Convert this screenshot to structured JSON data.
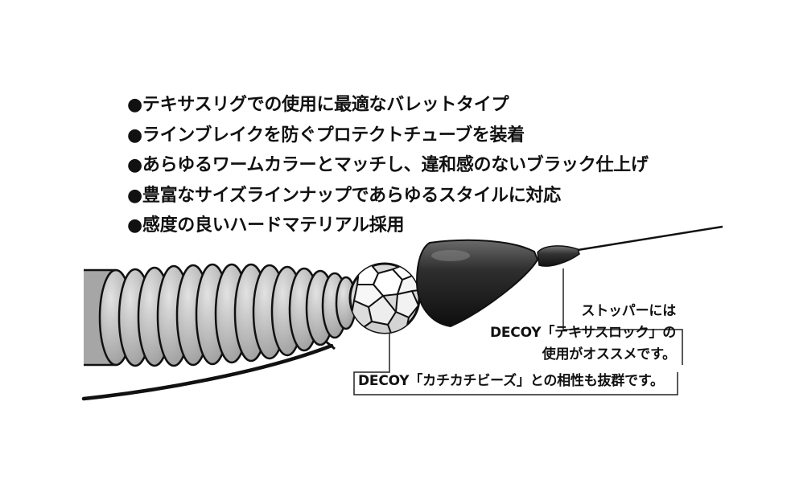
{
  "features": [
    "●テキサスリグでの使用に最適なバレットタイプ",
    "●ラインブレイクを防ぐプロテクトチューブを装着",
    "●あらゆるワームカラーとマッチし、違和感のないブラック仕上げ",
    "●豊富なサイズラインナップであらゆるスタイルに対応",
    "●感度の良いハードマテリアル採用"
  ],
  "callouts": {
    "stopper": [
      "ストッパーには",
      "DECOY「テキサスロック」の",
      "使用がオススメです。"
    ],
    "beads": "DECOY「カチカチビーズ」との相性も抜群です。"
  }
}
